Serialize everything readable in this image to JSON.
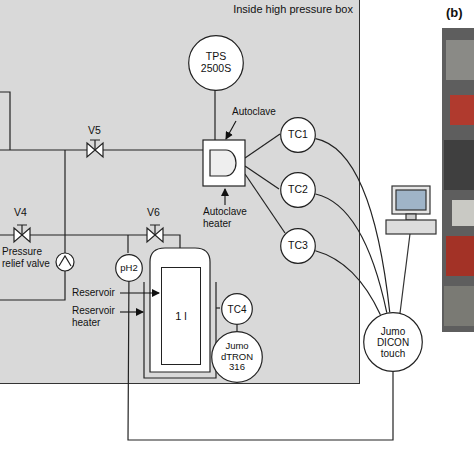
{
  "diagram": {
    "nodes": [
      {
        "text": [
          "Inside high pressure box"
        ]
      },
      {
        "text": [
          "TPS 2500S"
        ],
        "in": 0
      },
      {
        "text": [
          "TC1"
        ],
        "in": 0
      },
      {
        "text": [
          "TC2"
        ],
        "in": 0
      },
      {
        "text": [
          "TC3"
        ],
        "in": 0
      },
      {
        "text": [
          "pH2"
        ],
        "in": 0
      },
      {
        "text": [
          "1 l"
        ],
        "in": 0
      },
      {
        "text": [
          "TC4"
        ],
        "in": 0
      },
      {
        "text": [
          "Jumo dTRON 316"
        ],
        "in": 0
      },
      {
        "text": [
          "Jumo DICON touch"
        ]
      }
    ],
    "edges": [
      {
        "from": 2,
        "to": 9,
        "arrow": "none"
      },
      {
        "from": 3,
        "to": 9,
        "arrow": "none"
      },
      {
        "from": 4,
        "to": 9,
        "arrow": "none"
      },
      {
        "from": 5,
        "to": 9,
        "arrow": "none"
      },
      {
        "from": 7,
        "to": 8,
        "arrow": "none"
      }
    ],
    "labels": [
      "(b)",
      "V5",
      "V4",
      "V6",
      "Autoclave",
      "Autoclave heater",
      "Pressure relief valve",
      "Reservoir",
      "Reservoir heater"
    ]
  }
}
